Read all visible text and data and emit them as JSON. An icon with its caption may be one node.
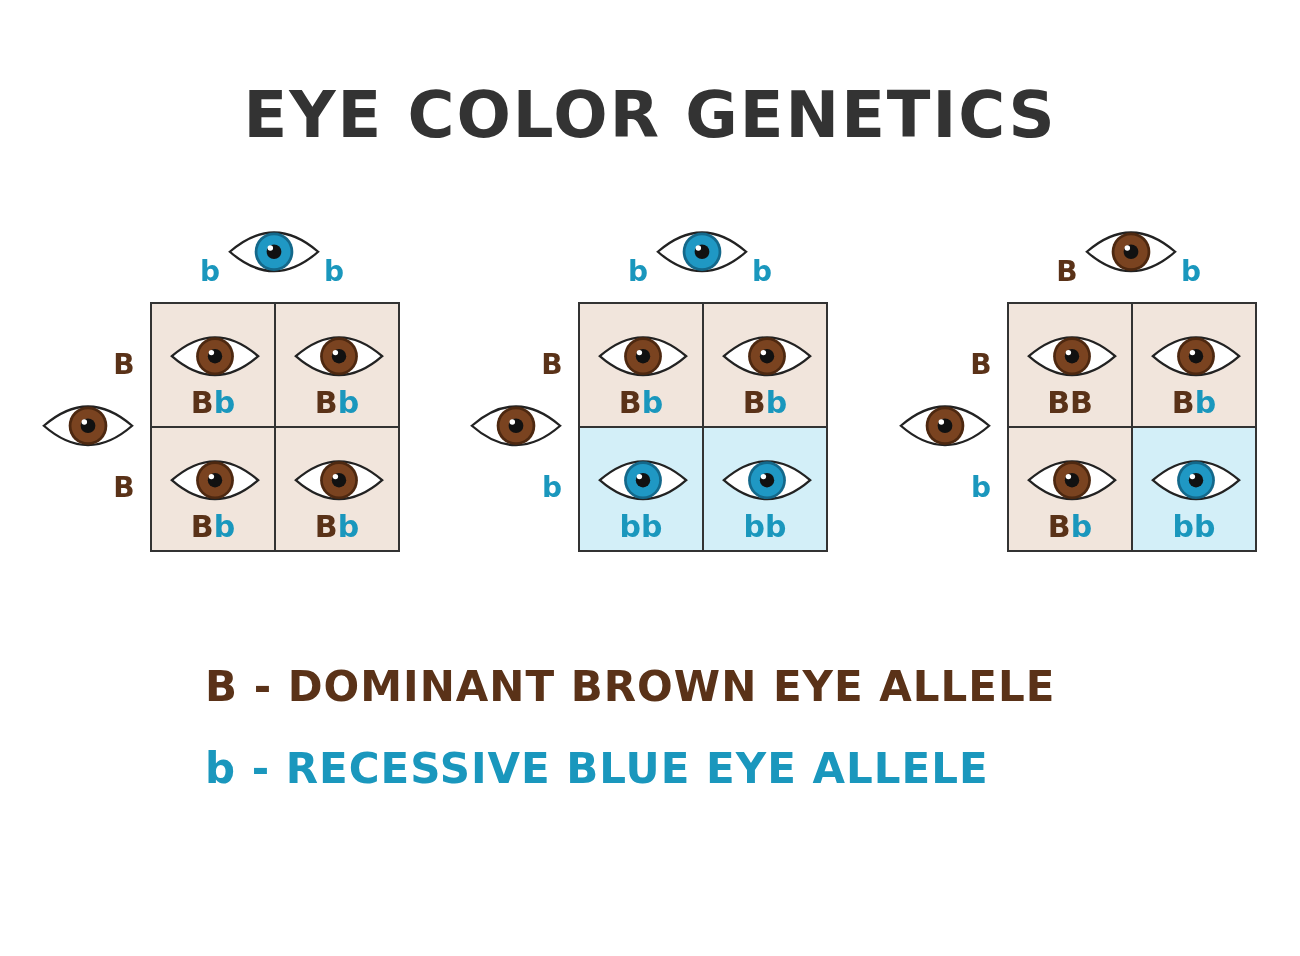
{
  "diagram": {
    "title": "EYE COLOR GENETICS",
    "nodes": [
      {
        "text": [
          "Bb"
        ]
      },
      {
        "text": [
          "Bb"
        ]
      },
      {
        "text": [
          "Bb"
        ]
      },
      {
        "text": [
          "Bb"
        ]
      },
      {
        "text": [
          "Bb"
        ]
      },
      {
        "text": [
          "Bb"
        ]
      },
      {
        "text": [
          "bb"
        ]
      },
      {
        "text": [
          "bb"
        ]
      },
      {
        "text": [
          "BB"
        ]
      },
      {
        "text": [
          "Bb"
        ]
      },
      {
        "text": [
          "Bb"
        ]
      },
      {
        "text": [
          "bb"
        ]
      }
    ],
    "edges": [],
    "labels": [
      "b",
      "b",
      "B",
      "B",
      "b",
      "b",
      "B",
      "b",
      "B",
      "b",
      "B",
      "b",
      "B - DOMINANT BROWN EYE ALLELE",
      "b - RECESSIVE BLUE EYE ALLELE"
    ]
  }
}
